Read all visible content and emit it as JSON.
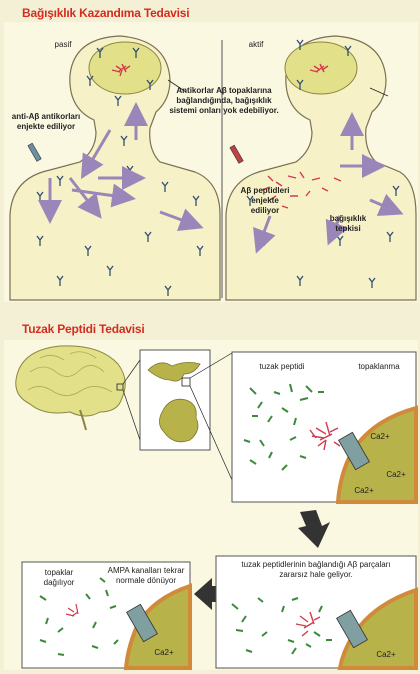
{
  "titles": {
    "immunization": "Bağışıklık Kazandıma Tedavisi",
    "decoy": "Tuzak Peptidi Tedavisi"
  },
  "passive": {
    "label": "pasif",
    "inject": "anti-Aβ antikorları enjekte ediliyor",
    "antibodies_note": "Antikorlar Aβ topaklarına bağlandığında, bağışıklık sistemi onları yok edebiliyor."
  },
  "active": {
    "label": "aktif",
    "inject": "Aβ peptidleri enjekte ediliyor",
    "response": "bağışıklık tepkisi"
  },
  "decoy_panel": {
    "decoy_peptide": "tuzak peptidi",
    "aggregation": "topaklanma",
    "ca_labels": [
      "Ca2+",
      "Ca2+",
      "Ca2+",
      "Ca2+",
      "Ca2+"
    ],
    "bound_note": "tuzak peptidlerinin bağlandığı Aβ parçaları zararsız hale geliyor.",
    "dispersed": "topaklar dağılıyor",
    "ampa_note": "AMPA kanalları tekrar normale dönüyor"
  },
  "colors": {
    "title_red": "#d42c1f",
    "skin_fill": "#f6f1c6",
    "brain_yellow": "#e3e08a",
    "plaque_red": "#d23b4c",
    "peptide_green": "#3d8a3b",
    "cell_fill": "#b8b24a",
    "membrane_orange": "#d08a3a",
    "arrow_purple": "#9a86b8",
    "antibody_blue": "#2f4f74"
  }
}
